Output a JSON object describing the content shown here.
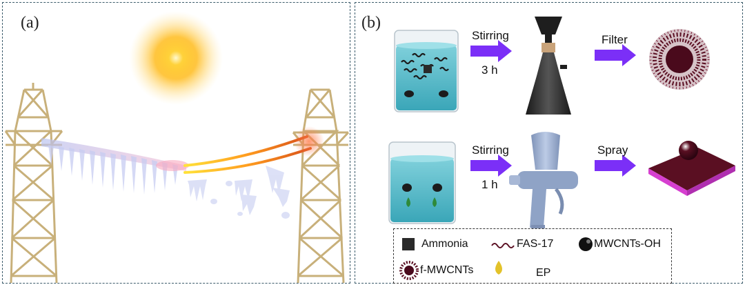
{
  "panel_a": {
    "label": "(a)"
  },
  "panel_b": {
    "label": "(b)",
    "row1": {
      "step1": "Stirring",
      "time": "3 h",
      "step2": "Filter"
    },
    "row2": {
      "step1": "Stirring",
      "time": "1 h",
      "step2": "Spray"
    }
  },
  "legend": {
    "ammonia": "Ammonia",
    "fas17": "FAS-17",
    "mwcnts_oh": "MWCNTs-OH",
    "f_mwcnts": "f-MWCNTs",
    "ep": "EP"
  },
  "colors": {
    "arrow": "#7b2ff7",
    "liquid": "#4fb8c6",
    "coating": "#5a0f22",
    "substrate": "#d63fd0",
    "sun": "#ffb300"
  }
}
